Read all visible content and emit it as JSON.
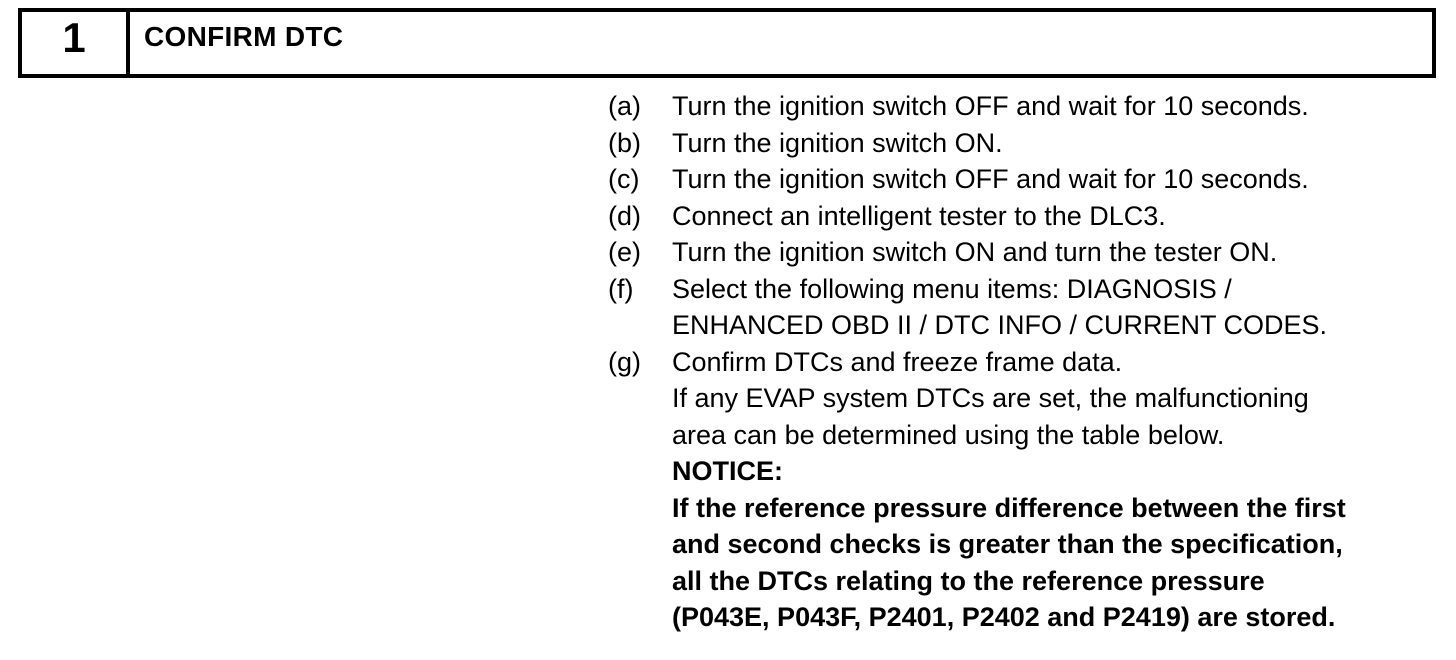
{
  "header": {
    "step_number": "1",
    "title": "CONFIRM DTC"
  },
  "procedure": {
    "steps": [
      {
        "label": "(a)",
        "lines": [
          "Turn the ignition switch OFF and wait for 10 seconds."
        ]
      },
      {
        "label": "(b)",
        "lines": [
          "Turn the ignition switch ON."
        ]
      },
      {
        "label": "(c)",
        "lines": [
          "Turn the ignition switch OFF and wait for 10 seconds."
        ]
      },
      {
        "label": "(d)",
        "lines": [
          "Connect an intelligent tester to the DLC3."
        ]
      },
      {
        "label": "(e)",
        "lines": [
          "Turn the ignition switch ON and turn the tester ON."
        ]
      },
      {
        "label": "(f)",
        "lines": [
          "Select the following menu items: DIAGNOSIS /",
          "ENHANCED OBD II / DTC INFO / CURRENT CODES."
        ]
      },
      {
        "label": "(g)",
        "lines": [
          "Confirm DTCs and freeze frame data.",
          "If any EVAP system DTCs are set, the malfunctioning",
          "area can be determined using the table below."
        ],
        "notice": {
          "heading": "NOTICE:",
          "lines": [
            "If the reference pressure difference between the first",
            "and second checks is greater than the specification,",
            "all the DTCs relating to the reference pressure",
            "(P043E, P043F, P2401, P2402 and P2419) are stored."
          ]
        }
      }
    ]
  },
  "colors": {
    "text": "#000000",
    "background": "#ffffff",
    "border": "#000000"
  }
}
